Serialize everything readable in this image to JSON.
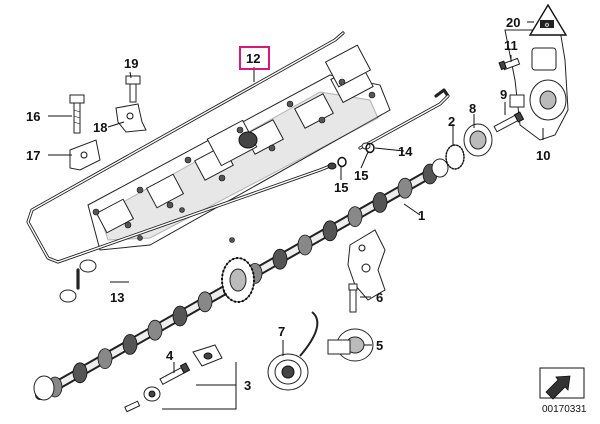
{
  "callouts": {
    "c1": "1",
    "c2": "2",
    "c3": "3",
    "c4": "4",
    "c5": "5",
    "c6": "6",
    "c7": "7",
    "c8": "8",
    "c9": "9",
    "c10": "10",
    "c11": "11",
    "c12": "12",
    "c13": "13",
    "c14": "14",
    "c15a": "15",
    "c15b": "15",
    "c16": "16",
    "c17": "17",
    "c18": "18",
    "c19": "19",
    "c20": "20"
  },
  "highlighted_callout": "12",
  "document_number": "00170331",
  "colors": {
    "highlight": "#d6187a",
    "ink": "#111111"
  }
}
